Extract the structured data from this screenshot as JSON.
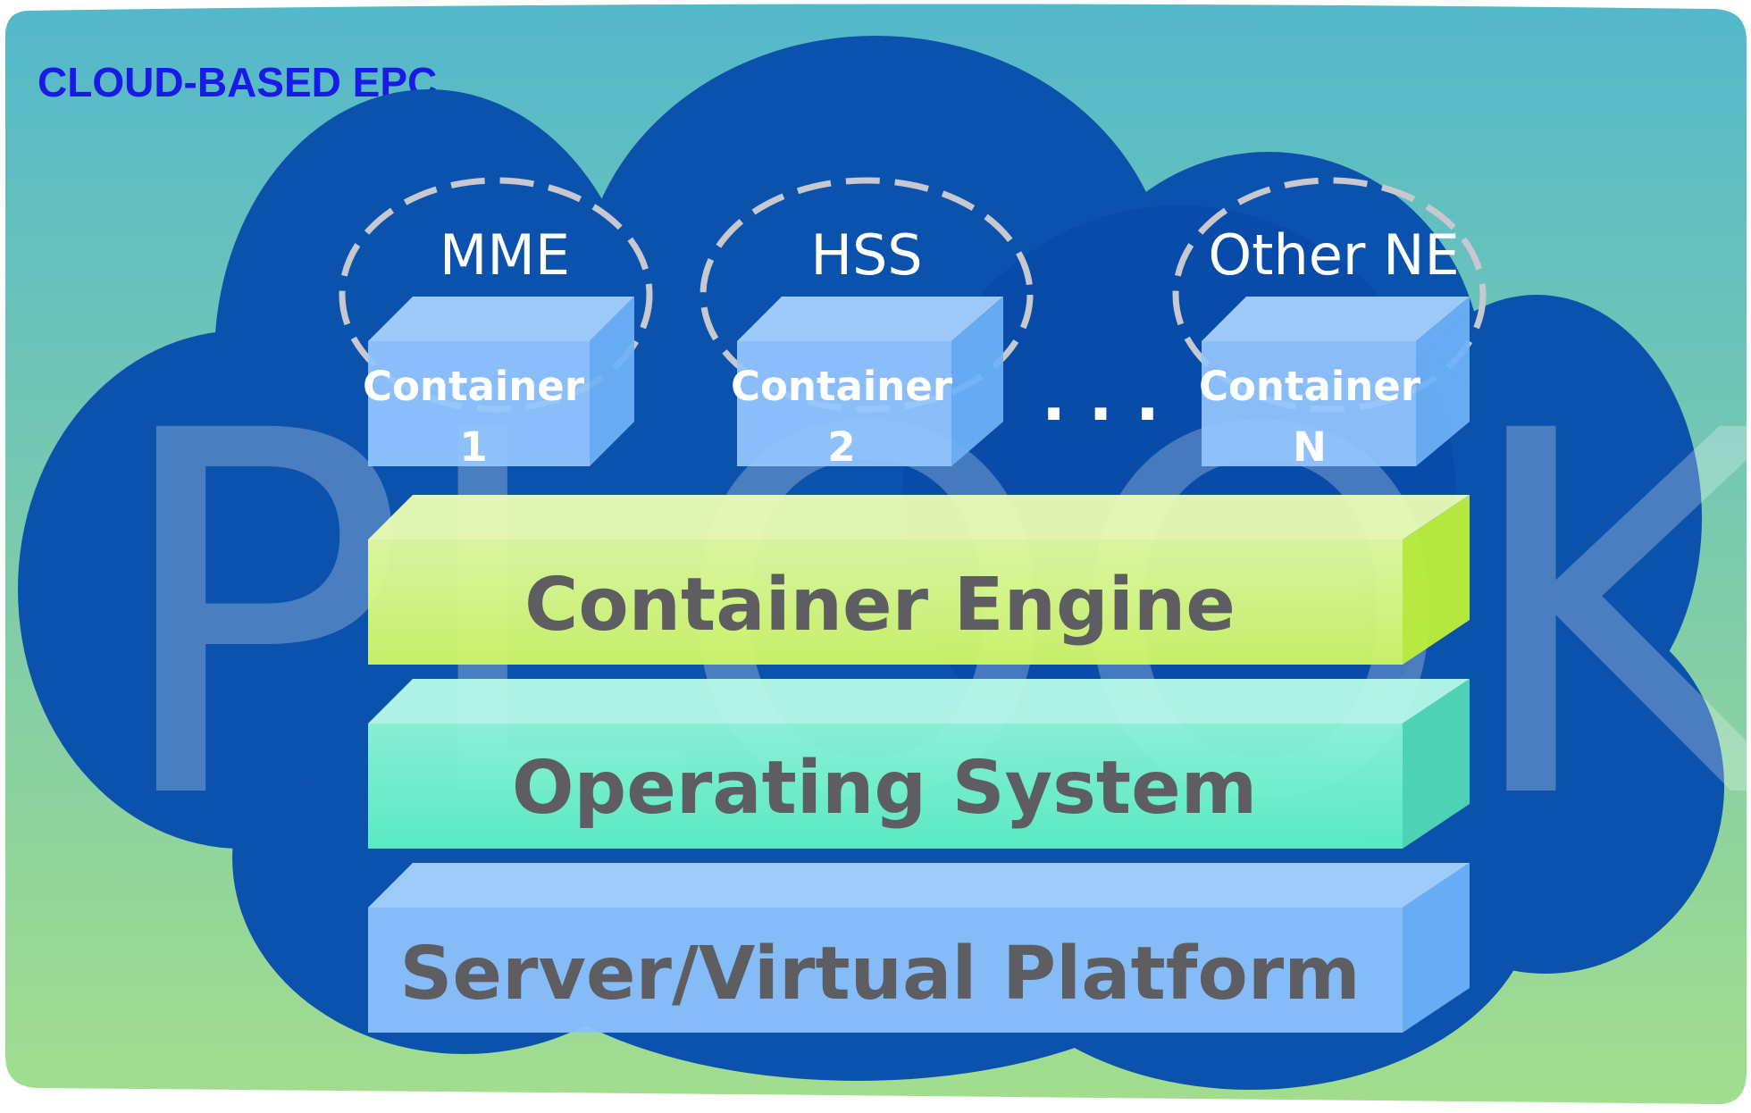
{
  "title": "CLOUD-BASED EPC",
  "watermark": "PLOOK",
  "ellipsis": ". . .",
  "network_elements": [
    {
      "name": "MME",
      "container_label": "Container",
      "container_index": "1"
    },
    {
      "name": "HSS",
      "container_label": "Container",
      "container_index": "2"
    },
    {
      "name": "Other NE",
      "container_label": "Container",
      "container_index": "N"
    }
  ],
  "layers": [
    {
      "label": "Container Engine"
    },
    {
      "label": "Operating System"
    },
    {
      "label": "Server/Virtual Platform"
    }
  ],
  "colors": {
    "background_top": "#54b8cb",
    "background_bottom": "#a3dd8e",
    "cloud": "#0b52ac",
    "title": "#1a1ae6",
    "container_front": "#94c6ff",
    "container_top": "#a9d2ff",
    "container_side": "#6eb2f8",
    "engine_front": "#d4f96a",
    "operating_system_front": "#66f5c8",
    "platform_front": "#8ac1fb",
    "layer_text": "#5d5d62",
    "dashed_ellipse": "#c8c8d0"
  }
}
